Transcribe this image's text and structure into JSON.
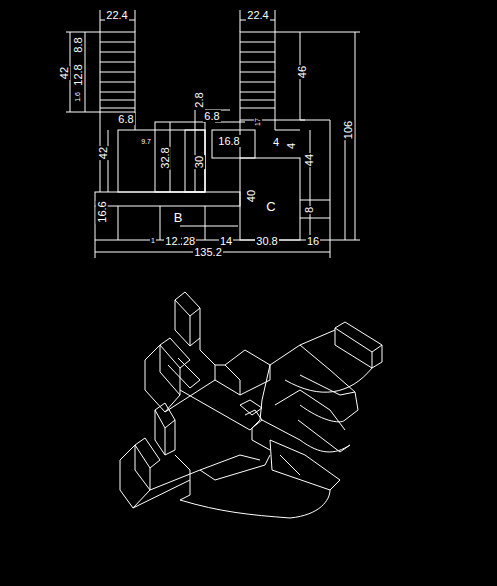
{
  "diagram": {
    "labels": [
      "22.4",
      "22.4",
      "8.8",
      "12.8",
      "1.6",
      "42",
      "46",
      "106",
      "2.8",
      "6.8",
      "6.8",
      "9.7",
      "16.8",
      "17",
      "4",
      "4",
      "42",
      "32.8",
      "30",
      "40",
      "44",
      "16.6",
      "8",
      "B",
      "C",
      "1",
      "12.2",
      "28",
      "14",
      "30.8",
      "16",
      "135.2"
    ]
  }
}
